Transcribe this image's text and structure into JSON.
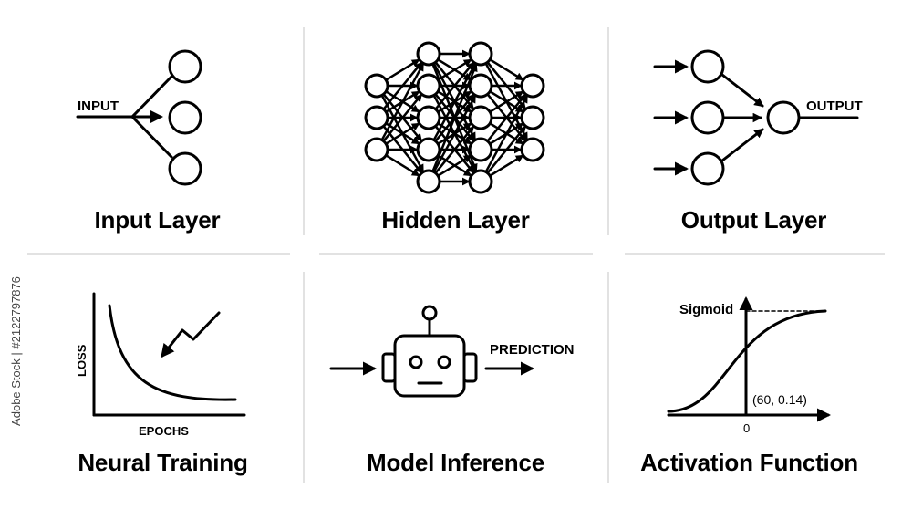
{
  "input_layer": {
    "arrow_label": "INPUT",
    "caption": "Input Layer"
  },
  "hidden_layer": {
    "caption": "Hidden Layer"
  },
  "output_layer": {
    "arrow_label": "OUTPUT",
    "caption": "Output Layer"
  },
  "neural_training": {
    "y_label": "LOSS",
    "x_label": "EPOCHS",
    "caption": "Neural Training"
  },
  "model_inference": {
    "arrow_label": "PREDICTION",
    "caption": "Model Inference"
  },
  "activation_function": {
    "curve_label": "Sigmoid",
    "point_label": "(60, 0.14)",
    "origin_label": "0",
    "caption": "Activation Function"
  },
  "watermark": {
    "stock_id": "Adobe Stock | #2122797876"
  },
  "colors": {
    "line": "#000000",
    "divider": "#d9d9d9",
    "background": "#ffffff"
  }
}
